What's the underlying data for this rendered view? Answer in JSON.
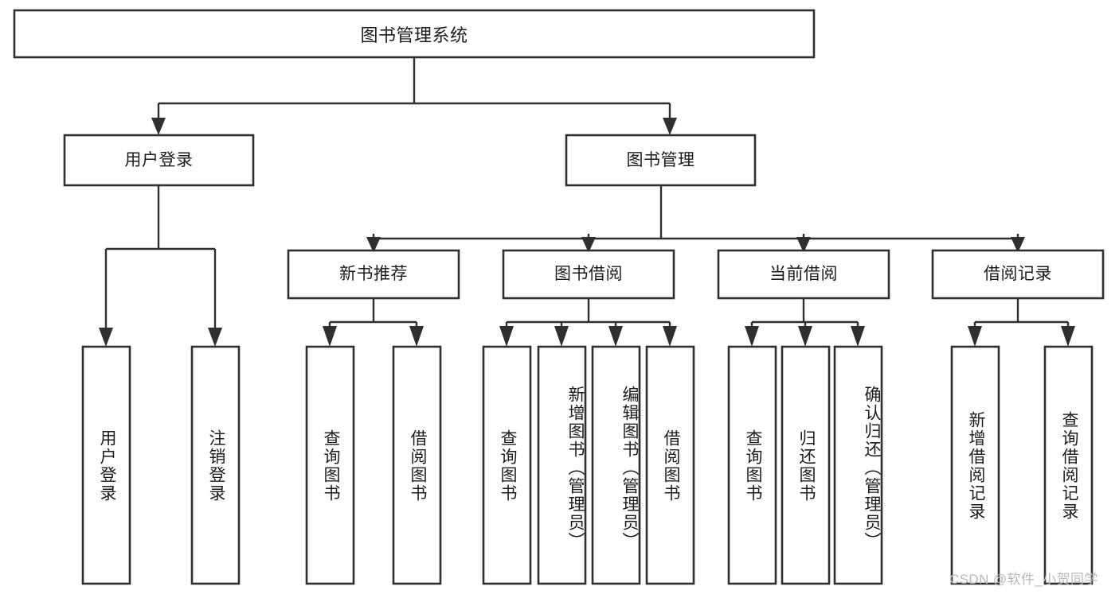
{
  "diagram": {
    "type": "tree-hierarchy",
    "title": "图书管理系统",
    "watermark": "CSDN @软件_小贺同学",
    "colors": {
      "stroke": "#2f2f2f",
      "fill": "#ffffff",
      "text": "#1c1c1c",
      "watermark": "#b9b9b9"
    },
    "nodes": {
      "root": "图书管理系统",
      "level2": {
        "user_login": "用户登录",
        "book_manage": "图书管理"
      },
      "level3": {
        "new_book_rec": "新书推荐",
        "book_borrow": "图书借阅",
        "current_borrow": "当前借阅",
        "borrow_record": "借阅记录"
      },
      "leaves": {
        "user_login_1": "用户登录",
        "user_login_2": "注销登录",
        "new_book_rec_1": "查询图书",
        "new_book_rec_2": "借阅图书",
        "book_borrow_1": "查询图书",
        "book_borrow_2": "新增图书（管理员）",
        "book_borrow_3": "编辑图书（管理员）",
        "book_borrow_4": "借阅图书",
        "current_borrow_1": "查询图书",
        "current_borrow_2": "归还图书",
        "current_borrow_3": "确认归还（管理员）",
        "borrow_record_1": "新增借阅记录",
        "borrow_record_2": "查询借阅记录"
      }
    },
    "edges": [
      {
        "from": "root",
        "to": "user_login"
      },
      {
        "from": "root",
        "to": "book_manage"
      },
      {
        "from": "user_login",
        "to": "user_login_1"
      },
      {
        "from": "user_login",
        "to": "user_login_2"
      },
      {
        "from": "book_manage",
        "to": "new_book_rec"
      },
      {
        "from": "book_manage",
        "to": "book_borrow"
      },
      {
        "from": "book_manage",
        "to": "current_borrow"
      },
      {
        "from": "book_manage",
        "to": "borrow_record"
      },
      {
        "from": "new_book_rec",
        "to": "new_book_rec_1"
      },
      {
        "from": "new_book_rec",
        "to": "new_book_rec_2"
      },
      {
        "from": "book_borrow",
        "to": "book_borrow_1"
      },
      {
        "from": "book_borrow",
        "to": "book_borrow_2"
      },
      {
        "from": "book_borrow",
        "to": "book_borrow_3"
      },
      {
        "from": "book_borrow",
        "to": "book_borrow_4"
      },
      {
        "from": "current_borrow",
        "to": "current_borrow_1"
      },
      {
        "from": "current_borrow",
        "to": "current_borrow_2"
      },
      {
        "from": "current_borrow",
        "to": "current_borrow_3"
      },
      {
        "from": "borrow_record",
        "to": "borrow_record_1"
      },
      {
        "from": "borrow_record",
        "to": "borrow_record_2"
      }
    ]
  }
}
